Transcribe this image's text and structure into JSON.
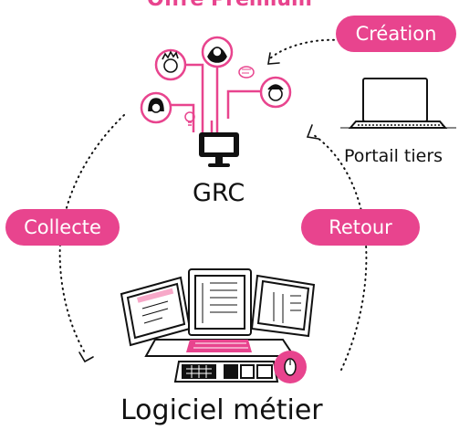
{
  "title": "Offre Premium",
  "nodes": {
    "grc": "GRC",
    "portal": "Portail tiers",
    "software": "Logiciel métier"
  },
  "steps": {
    "creation": "Création",
    "collecte": "Collecte",
    "retour": "Retour"
  },
  "colors": {
    "accent": "#e8448e",
    "line": "#111111",
    "screen_highlight": "#f7a8c8"
  },
  "icons": [
    "person-icon",
    "speech-bubble-icon",
    "lightbulb-icon",
    "monitor-icon",
    "laptop-icon",
    "computer-setup-icon",
    "mouse-icon",
    "keyboard-icon"
  ]
}
